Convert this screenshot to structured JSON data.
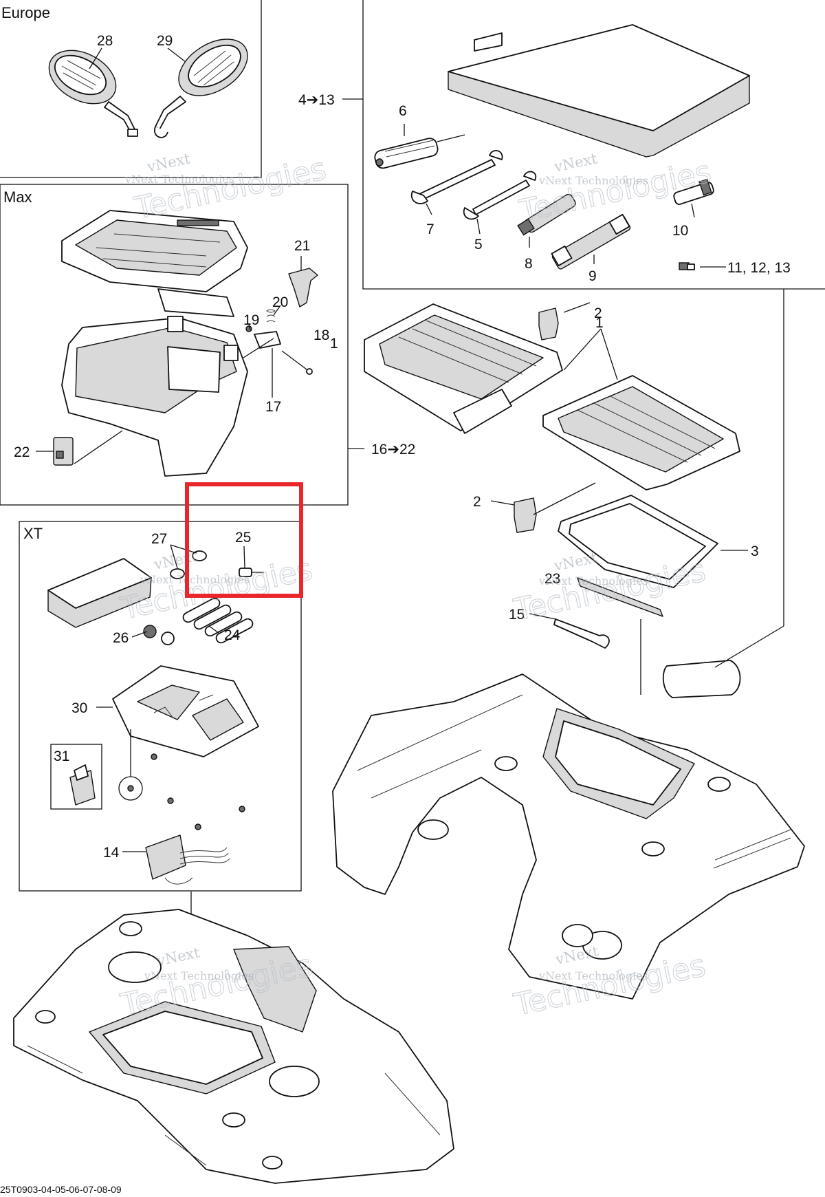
{
  "sections": {
    "europe": "Europe",
    "max": "Max",
    "xt": "XT"
  },
  "callouts": {
    "p1a": "1",
    "p1b": "1",
    "p2a": "2",
    "p2b": "2",
    "p3": "3",
    "p4to13": "4➔13",
    "p5": "5",
    "p6": "6",
    "p7": "7",
    "p8": "8",
    "p9": "9",
    "p10": "10",
    "p11to13": "11, 12, 13",
    "p14": "14",
    "p15": "15",
    "p16to22": "16➔22",
    "p17": "17",
    "p18": "18",
    "p19": "19",
    "p20": "20",
    "p21": "21",
    "p22": "22",
    "p23": "23",
    "p24": "24",
    "p25": "25",
    "p26": "26",
    "p27": "27",
    "p28": "28",
    "p29": "29",
    "p30": "30",
    "p31": "31"
  },
  "watermark": {
    "brand": "vNext",
    "company": "vNext Technologies",
    "outline": "Technologies"
  },
  "footer_code": "25T0903-04-05-06-07-08-09",
  "highlight_color": "#e8262b"
}
